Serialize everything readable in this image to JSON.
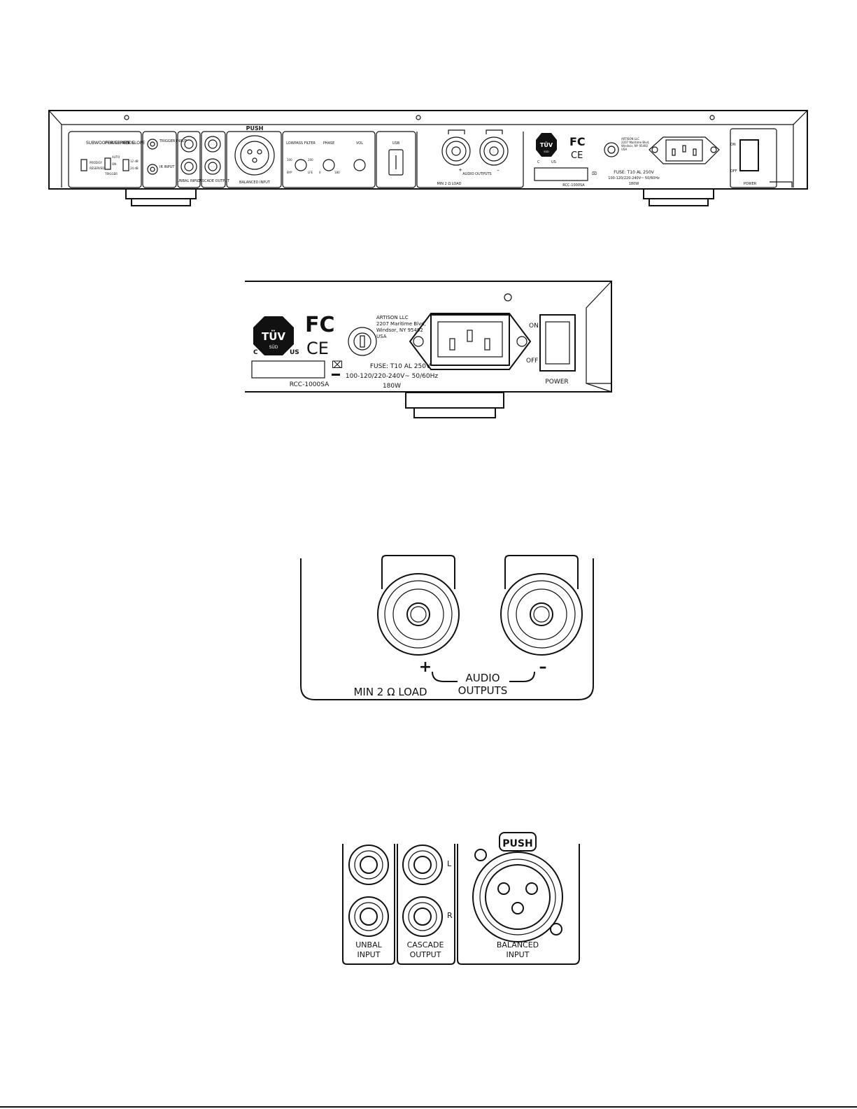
{
  "full_panel": {
    "sub_series": "SUBWOOFER SERIES",
    "power_mode": "POWER MODE",
    "lpf_slope": "LPF SLOPE",
    "power_mode_opts": [
      "PRODIGY",
      "RESERVED",
      "AUTO",
      "ON",
      "TRIGGER"
    ],
    "lpf_opts": [
      "12 dB",
      "24 dB"
    ],
    "trigger_input": "TRIGGER INPUT",
    "ir_input": "IR INPUT",
    "unbal_input": "UNBAL INPUT",
    "cascade_output": "CASCADE OUTPUT",
    "push": "PUSH",
    "balanced_input": "BALANCED INPUT",
    "lowpass_filter": "LOWPASS FILTER",
    "lpf_range": [
      "100",
      "200",
      "BYP",
      "LFE"
    ],
    "phase": "PHASE",
    "phase_range": [
      "0",
      "180"
    ],
    "vol": "VOL",
    "usb": "USB",
    "plus": "+",
    "minus": "–",
    "audio_outputs": "AUDIO OUTPUTS",
    "min_load": "MIN 2 Ω LOAD",
    "tuv": "TÜV",
    "sud": "SÜD",
    "cert_c": "C",
    "cert_us": "US",
    "fc": "FC",
    "ce": "CE",
    "model": "RCC-1000SA",
    "address": [
      "ARTISON LLC",
      "2207 Maritime Blvd,",
      "Windsor, NY 95492",
      "USA"
    ],
    "fuse": "FUSE: T10 AL 250V",
    "voltage": "100-120/220-240V~ 50/60Hz",
    "watts": "180W",
    "on": "ON",
    "off": "OFF",
    "power": "POWER"
  },
  "power_detail": {
    "tuv": "TÜV",
    "sud": "SÜD",
    "cert_c": "C",
    "cert_us": "US",
    "fc": "FC",
    "ce": "CE",
    "model": "RCC-1000SA",
    "address": [
      "ARTISON LLC",
      "2207 Maritime Blvd,",
      "Windsor, NY 95492",
      "USA"
    ],
    "fuse": "FUSE: T10 AL 250V",
    "voltage": "100-120/220-240V~ 50/60Hz",
    "watts": "180W",
    "on": "ON",
    "off": "OFF",
    "power": "POWER"
  },
  "outputs_detail": {
    "plus": "+",
    "minus": "–",
    "audio": "AUDIO",
    "outputs": "OUTPUTS",
    "min_load": "MIN 2 Ω LOAD"
  },
  "inputs_detail": {
    "unbal": "UNBAL",
    "unbal_input": "INPUT",
    "cascade": "CASCADE",
    "cascade_output": "OUTPUT",
    "left": "L",
    "right": "R",
    "push": "PUSH",
    "balanced": "BALANCED",
    "balanced_input": "INPUT"
  }
}
